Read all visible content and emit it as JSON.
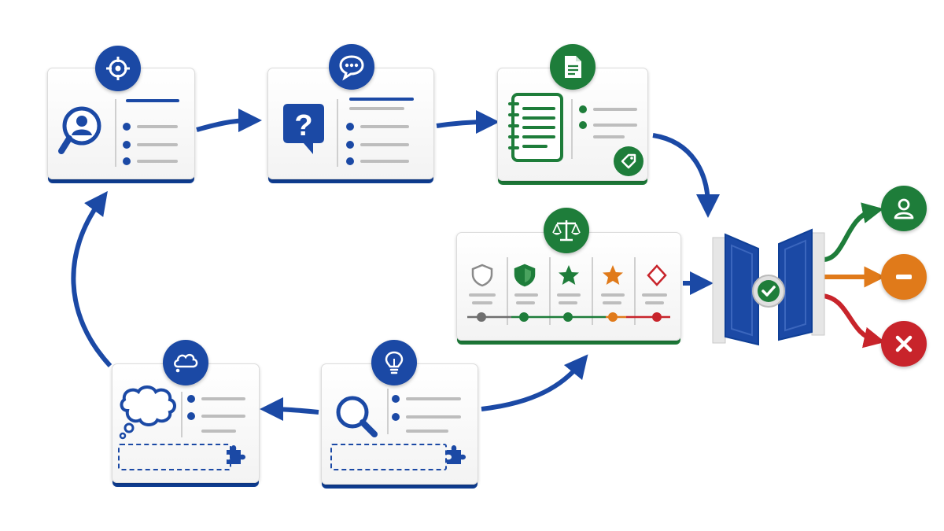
{
  "colors": {
    "blue": "#1b49a5",
    "navy": "#0f3f96",
    "green": "#1e7d3a",
    "orange": "#e07a1a",
    "red": "#c8242b",
    "gray": "#8a8a8a"
  },
  "steps": [
    {
      "id": "identify",
      "badge_icon": "target-icon",
      "main_icon": "user-search-icon"
    },
    {
      "id": "ask",
      "badge_icon": "chat-bubble-icon",
      "main_icon": "question-bubble-icon"
    },
    {
      "id": "record",
      "badge_icon": "document-icon",
      "main_icon": "notebook-icon",
      "corner_icon": "tag-icon"
    },
    {
      "id": "evaluate",
      "badge_icon": "scales-icon",
      "criteria_icons": [
        "shield-outline-icon",
        "shield-check-icon",
        "star-green-icon",
        "star-orange-icon",
        "diamond-icon"
      ]
    },
    {
      "id": "decide",
      "main_icon": "gate-check-icon"
    },
    {
      "id": "explore",
      "badge_icon": "lightbulb-icon",
      "main_icon": "magnifier-icon",
      "corner_icon": "puzzle-icon"
    },
    {
      "id": "reflect",
      "badge_icon": "cloud-icon",
      "main_icon": "thought-bubble-icon",
      "corner_icon": "puzzle-icon"
    }
  ],
  "outcomes": [
    {
      "id": "accept",
      "icon": "person-icon",
      "color": "#1e7d3a"
    },
    {
      "id": "hold",
      "icon": "minus-icon",
      "color": "#e07a1a"
    },
    {
      "id": "reject",
      "icon": "x-icon",
      "color": "#c8242b"
    }
  ]
}
